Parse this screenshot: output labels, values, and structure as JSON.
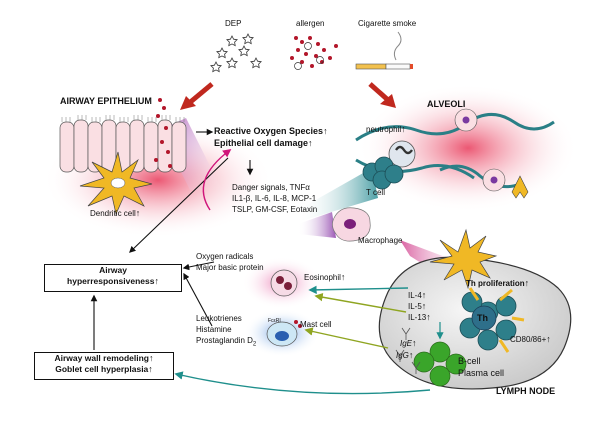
{
  "sources": {
    "dep": "DEP",
    "allergen": "allergen",
    "smoke": "Cigarette smoke"
  },
  "regions": {
    "airway": "AIRWAY EPITHELIUM",
    "alveoli": "ALVEOLI",
    "lymph": "LYMPH NODE"
  },
  "center": {
    "ros": "Reactive Oxygen Species",
    "damage": "Epithelial cell damage"
  },
  "mediators": [
    "Danger signals, TNFα",
    "IL1-β, IL-6, IL-8, MCP-1",
    "TSLP, GM-CSF, Eotaxin"
  ],
  "cells": {
    "dendritic": "Dendritic cell",
    "neutrophil": "neutrophil",
    "tcell": "T cell",
    "macrophage": "Macrophage",
    "eosinophil": "Eosinophil",
    "mast": "Mast cell",
    "bcell": "B-cell",
    "plasma": "Plasma cell",
    "th": "Th",
    "fcri": "FcεRI"
  },
  "eos_products": [
    "Oxygen radicals",
    "Major basic protein"
  ],
  "mast_products": [
    "Leukotrienes",
    "Histamine",
    "Prostaglandin D"
  ],
  "mast_products_sub": "2",
  "outcomes": {
    "ahr_line1": "Airway",
    "ahr_line2": "hyperresponsiveness",
    "remodel_line1": "Airway wall remodeling",
    "remodel_line2": "Goblet cell hyperplasia"
  },
  "lymph": {
    "th_prolif": "Th proliferation",
    "il4": "IL-4",
    "il5": "IL-5",
    "il13": "IL-13",
    "cd": "CD80/86+",
    "ige": "IgE",
    "igg": "IgG"
  },
  "arrow_up": "↑",
  "colors": {
    "red_arrow": "#c0281e",
    "teal_arrow": "#1f8f8c",
    "olive_arrow": "#8fa521",
    "magenta_arrow": "#d0157a"
  }
}
